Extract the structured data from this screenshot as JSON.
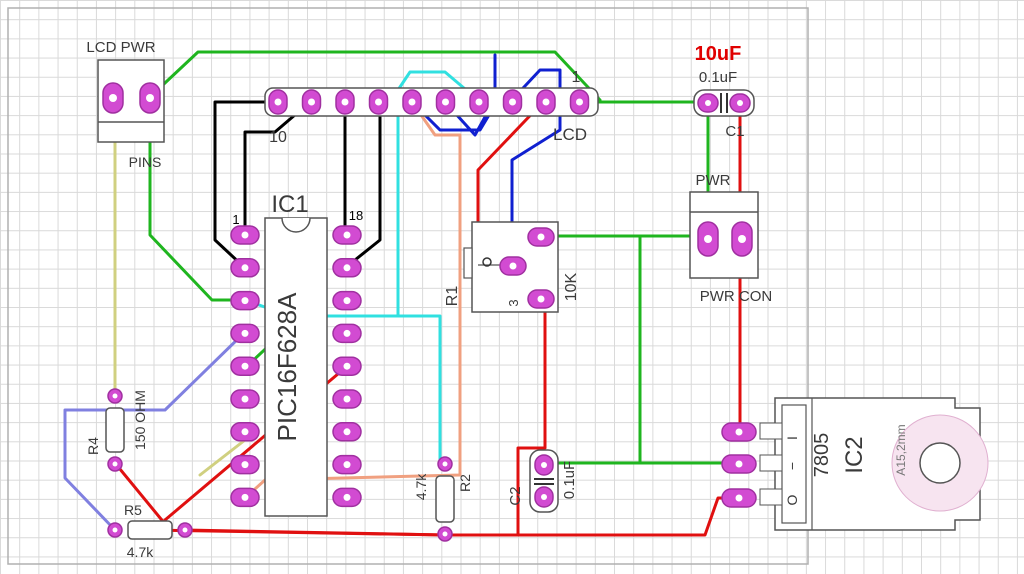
{
  "labels": {
    "lcd_pwr": "LCD PWR",
    "pins": "PINS",
    "lcd": "LCD",
    "lcd_pin1": "1",
    "lcd_pin10": "10",
    "ic1": "IC1",
    "ic1_part": "PIC16F628A",
    "ic1_pin1": "1",
    "ic1_pin18": "18",
    "r1": "R1",
    "r1_value": "10K",
    "r1_pin3": "3",
    "r2": "R2",
    "r2_value": "4.7k",
    "r4": "R4",
    "r4_value": "150 OHM",
    "r5": "R5",
    "r5_value": "4.7k",
    "c1": "C1",
    "c1_value": "0.1uF",
    "c1_note": "10uF",
    "c2": "C2",
    "c2_value": "0.1uF",
    "pwr": "PWR",
    "pwr_con": "PWR CON",
    "ic2": "IC2",
    "ic2_part": "7805",
    "ic2_hole": "A15,2mm"
  },
  "colors": {
    "pad": "#d24bd2",
    "pad_outline": "#a030a0",
    "note_red": "#e00000",
    "green": "#1fb51f",
    "red": "#e01010",
    "blue": "#1020d0",
    "black": "#000000",
    "cyan": "#30e0e0",
    "salmon": "#f0a080",
    "lavender": "#8080e0",
    "khaki": "#d0d080",
    "board_edge": "#b0b0b0"
  }
}
